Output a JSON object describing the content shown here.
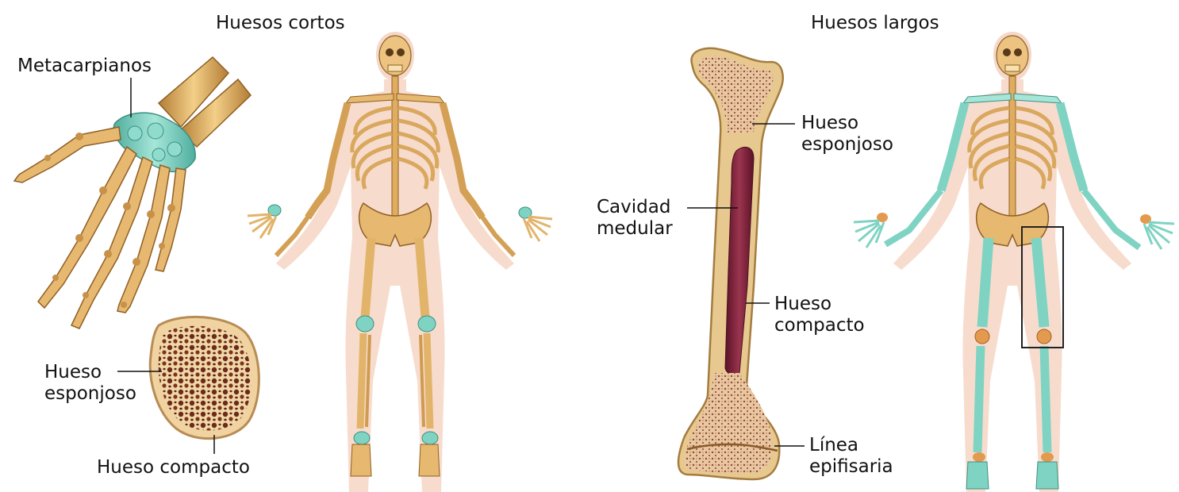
{
  "left_panel": {
    "title": "Huesos cortos",
    "hand_label": "Metacarpianos",
    "cross_section": {
      "spongy_label_line1": "Hueso",
      "spongy_label_line2": "esponjoso",
      "compact_label": "Hueso compacto"
    }
  },
  "right_panel": {
    "title": "Huesos largos",
    "femur": {
      "spongy_label_line1": "Hueso",
      "spongy_label_line2": "esponjoso",
      "cavity_label_line1": "Cavidad",
      "cavity_label_line2": "medular",
      "compact_label_line1": "Hueso",
      "compact_label_line2": "compacto",
      "epiphyseal_label_line1": "Línea",
      "epiphyseal_label_line2": "epifisaria"
    }
  },
  "colors": {
    "bone": "#e2b46a",
    "bone_dark": "#b07a32",
    "highlight": "#7fd3c3",
    "skin": "#f5d2c3",
    "marrow": "#7a1f3a",
    "spongy": "#6b2a1c"
  }
}
